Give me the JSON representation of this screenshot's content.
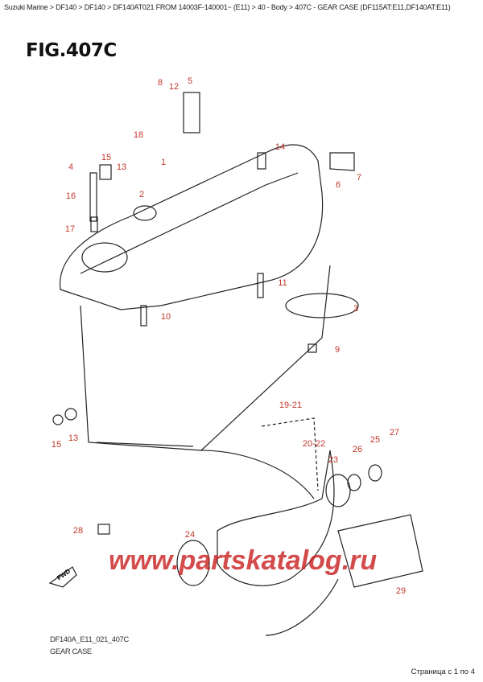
{
  "breadcrumb": "Suzuki Marine > DF140 > DF140 > DF140AT021 FROM 14003F-140001~ (E11) > 40 - Body > 407C - GEAR CASE (DF115AT:E11,DF140AT:E11)",
  "figure_title": "FIG.407C",
  "callouts": [
    "8",
    "12",
    "5",
    "18",
    "14",
    "1",
    "15",
    "13",
    "4",
    "2",
    "16",
    "17",
    "6",
    "7",
    "11",
    "10",
    "3",
    "9",
    "19-21",
    "20-22",
    "23",
    "26",
    "25",
    "27",
    "15",
    "13",
    "28",
    "24",
    "29"
  ],
  "fwd_label": "FWD",
  "watermark": "www.partskatalog.ru",
  "diagram_code": "DF140A_E11_021_407C",
  "diagram_name": "GEAR CASE",
  "pagination": "Страница с 1 по 4",
  "colors": {
    "callout": "#c0392b",
    "watermark": "#c81e1e"
  }
}
